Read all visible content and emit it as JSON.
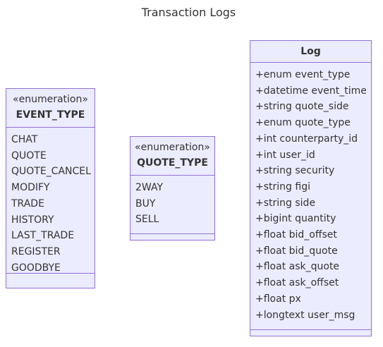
{
  "diagram": {
    "title": "Transaction Logs",
    "classes": [
      {
        "id": "event_type",
        "stereotype": "«enumeration»",
        "name": "EVENT_TYPE",
        "members": [
          "CHAT",
          "QUOTE",
          "QUOTE_CANCEL",
          "MODIFY",
          "TRADE",
          "HISTORY",
          "LAST_TRADE",
          "REGISTER",
          "GOODBYE"
        ]
      },
      {
        "id": "quote_type",
        "stereotype": "«enumeration»",
        "name": "QUOTE_TYPE",
        "members": [
          "2WAY",
          "BUY",
          "SELL"
        ]
      },
      {
        "id": "log",
        "stereotype": "",
        "name": "Log",
        "members": [
          "+enum event_type",
          "+datetime event_time",
          "+string quote_side",
          "+enum quote_type",
          "+int counterparty_id",
          "+int user_id",
          "+string security",
          "+string figi",
          "+string side",
          "+bigint quantity",
          "+float bid_offset",
          "+float bid_quote",
          "+float ask_quote",
          "+float ask_offset",
          "+float px",
          "+longtext user_msg"
        ]
      }
    ]
  },
  "colors": {
    "box_fill": "#ECECFF",
    "box_border": "#9370DB",
    "text": "#333333"
  }
}
